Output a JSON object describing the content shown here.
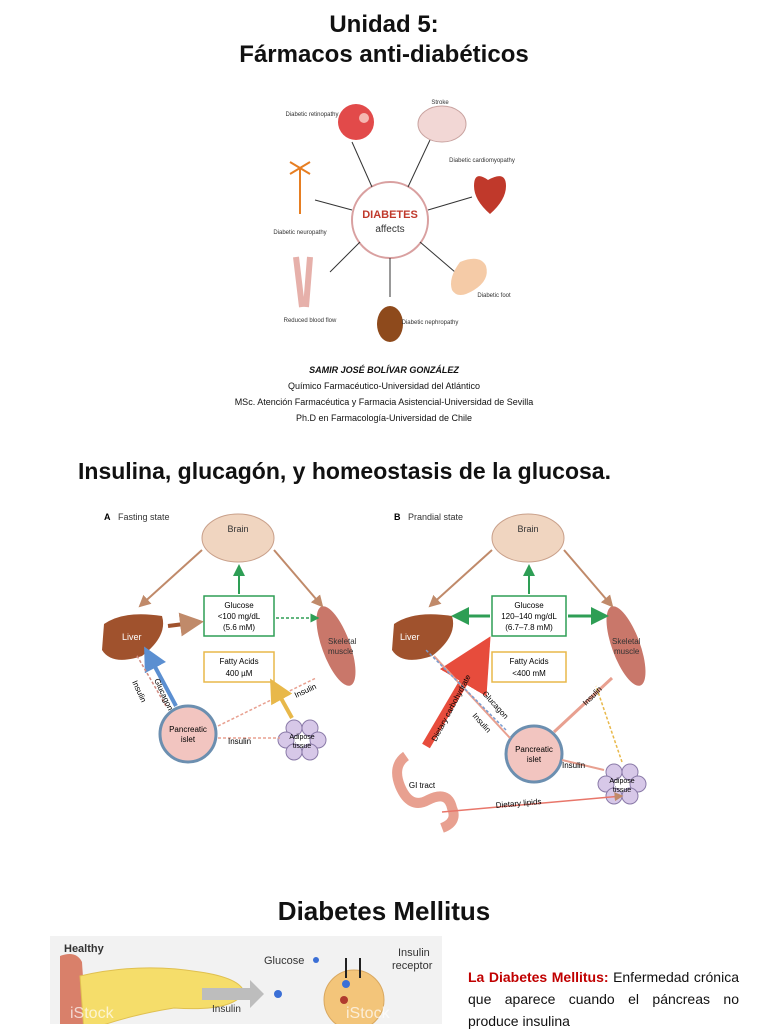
{
  "titles": {
    "unit": "Unidad 5:",
    "subject": "Fármacos anti-diabéticos",
    "section": "Insulina, glucagón, y homeostasis de la glucosa.",
    "dm": "Diabetes Mellitus"
  },
  "diabetes_affects": {
    "center_line1": "DIABETES",
    "center_line2": "affects",
    "items": {
      "retinopathy": "Diabetic retinopathy",
      "stroke": "Stroke",
      "cardiomyopathy": "Diabetic cardiomyopathy",
      "neuropathy": "Diabetic neuropathy",
      "foot": "Diabetic foot",
      "blood_flow": "Reduced blood flow",
      "nephropathy": "Diabetic nephropathy"
    }
  },
  "author": {
    "name": "SAMIR JOSÉ BOLÍVAR GONZÁLEZ",
    "line1": "Químico Farmacéutico-Universidad del Atlántico",
    "line2": "MSc. Atención Farmacéutica y Farmacia Asistencial-Universidad de Sevilla",
    "line3": "Ph.D en Farmacología-Universidad de Chile"
  },
  "fasting": {
    "panel": "A",
    "title": "Fasting state",
    "brain": "Brain",
    "liver": "Liver",
    "muscle": "Skeletal muscle",
    "glucose_label": "Glucose",
    "glucose_value": "<100 mg/dL",
    "glucose_mm": "(5.6 mM)",
    "fa_label": "Fatty Acids",
    "fa_value": "400 µM",
    "islet": "Pancreatic islet",
    "adipose": "Adipose tissue",
    "glucagon": "Glucagon",
    "insulin": "Insulin"
  },
  "prandial": {
    "panel": "B",
    "title": "Prandial state",
    "brain": "Brain",
    "liver": "Liver",
    "muscle": "Skeletal muscle",
    "glucose_label": "Glucose",
    "glucose_value": "120–140 mg/dL",
    "glucose_mm": "(6.7–7.8 mM)",
    "fa_label": "Fatty Acids",
    "fa_value": "<400 mM",
    "islet": "Pancreatic islet",
    "adipose": "Adipose tissue",
    "glucagon": "Glucagon",
    "insulin": "Insulin",
    "gi": "GI tract",
    "dietary_carb": "Dietary carbohydrate",
    "dietary_lipids": "Dietary lipids"
  },
  "dm_figure": {
    "healthy": "Healthy",
    "glucose": "Glucose",
    "insulin_receptor_1": "Insulin",
    "insulin_receptor_2": "receptor",
    "insulin": "Insulin",
    "watermark": "iStock"
  },
  "dm_definition": {
    "term": "La Diabetes Mellitus:",
    "text": "Enfermedad crónica que aparece cuando el páncreas no produce insulina"
  },
  "colors": {
    "glucose_box": "#2e9e55",
    "fatty_box": "#e8b84a",
    "liver": "#a0522d",
    "red_term": "#c00000"
  }
}
